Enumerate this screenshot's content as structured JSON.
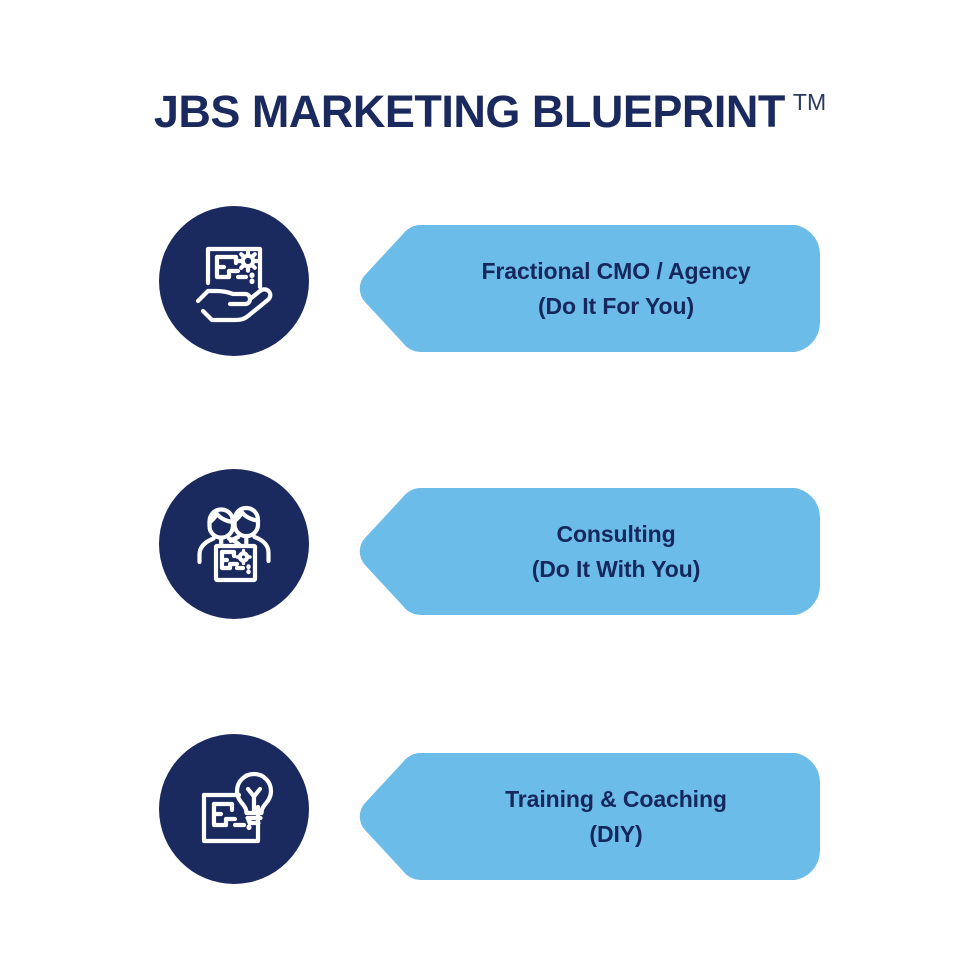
{
  "header": {
    "title": "JBS MARKETING BLUEPRINT",
    "trademark": "TM"
  },
  "colors": {
    "navy": "#1b2a5e",
    "light_blue": "#6cbce9",
    "text_navy": "#15275c",
    "background": "#ffffff"
  },
  "rows": [
    {
      "icon": "hand-holding-blueprint-gear-icon",
      "line1": "Fractional CMO / Agency",
      "line2": "(Do It For You)"
    },
    {
      "icon": "two-people-blueprint-gear-icon",
      "line1": "Consulting",
      "line2": "(Do It With You)"
    },
    {
      "icon": "blueprint-lightbulb-icon",
      "line1": "Training & Coaching",
      "line2": "(DIY)"
    }
  ]
}
